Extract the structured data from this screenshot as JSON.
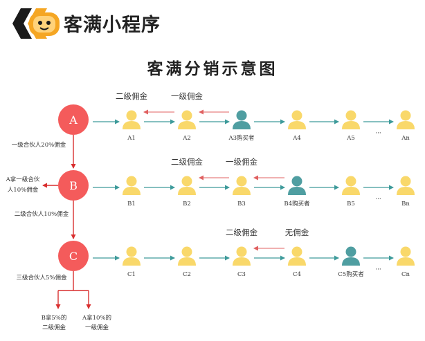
{
  "logo": {
    "text": "客满小程序",
    "icon": "smiling-face-icon"
  },
  "title": "客满分销示意图",
  "colors": {
    "partner_circle": "#f45b5b",
    "person": "#f9d86a",
    "buyer": "#4f9ea1",
    "flow_arrow": "#3d9a9a",
    "commission_arrow": "#e06060",
    "hierarchy_arrow": "#d92f2f",
    "text": "#333333"
  },
  "rows": [
    {
      "partner": "A",
      "nodes": [
        {
          "label": "A1",
          "buyer": false
        },
        {
          "label": "A2",
          "buyer": false
        },
        {
          "label": "A3购买者",
          "buyer": true
        },
        {
          "label": "A4",
          "buyer": false
        },
        {
          "label": "A5",
          "buyer": false
        },
        {
          "label": "An",
          "buyer": false
        }
      ],
      "commission_arrows": [
        {
          "from": 2,
          "to": 1
        },
        {
          "from": 1,
          "to": 0
        }
      ],
      "commission_labels": [
        {
          "over": 0,
          "text": "二级佣金"
        },
        {
          "over": 1,
          "text": "一级佣金"
        }
      ]
    },
    {
      "partner": "B",
      "nodes": [
        {
          "label": "B1",
          "buyer": false
        },
        {
          "label": "B2",
          "buyer": false
        },
        {
          "label": "B3",
          "buyer": false
        },
        {
          "label": "B4购买者",
          "buyer": true
        },
        {
          "label": "B5",
          "buyer": false
        },
        {
          "label": "Bn",
          "buyer": false
        }
      ],
      "commission_arrows": [
        {
          "from": 3,
          "to": 2
        },
        {
          "from": 2,
          "to": 1
        }
      ],
      "commission_labels": [
        {
          "over": 1,
          "text": "二级佣金"
        },
        {
          "over": 2,
          "text": "一级佣金"
        }
      ]
    },
    {
      "partner": "C",
      "nodes": [
        {
          "label": "C1",
          "buyer": false
        },
        {
          "label": "C2",
          "buyer": false
        },
        {
          "label": "C3",
          "buyer": false
        },
        {
          "label": "C4",
          "buyer": false
        },
        {
          "label": "C5购买者",
          "buyer": true
        },
        {
          "label": "Cn",
          "buyer": false
        }
      ],
      "commission_arrows": [
        {
          "from": 3,
          "to": 2
        }
      ],
      "commission_labels": [
        {
          "over": 2,
          "text": "二级佣金"
        },
        {
          "over": 3,
          "text": "无佣金"
        }
      ]
    }
  ],
  "ellipsis": "···",
  "side_notes": {
    "a_to_b": "一级合伙人20%佣金",
    "b_left_line1": "A拿一级合伙",
    "b_left_line2": "人10%佣金",
    "b_to_c": "二级合伙人10%佣金",
    "c_below": "三级合伙人5%佣金",
    "split_left_line1": "B拿5%的",
    "split_left_line2": "二级佣金",
    "split_right_line1": "A拿10%的",
    "split_right_line2": "一级佣金"
  }
}
